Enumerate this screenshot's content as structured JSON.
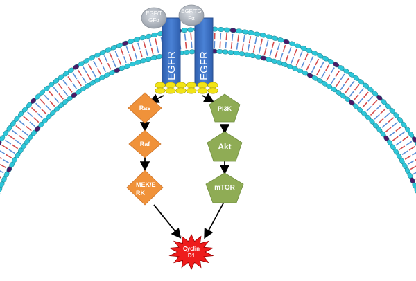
{
  "ligands": [
    {
      "label": "EGF/TGFα",
      "lines": [
        "EGF/T",
        "GFα"
      ]
    },
    {
      "label": "EGF/TGFα",
      "lines": [
        "EGF/TG",
        "Fα"
      ]
    }
  ],
  "receptors": [
    {
      "label": "EGFR"
    },
    {
      "label": "EGFR"
    }
  ],
  "ras_pathway": {
    "color": "#f0923a",
    "nodes": [
      {
        "label": "Ras"
      },
      {
        "label": "Raf"
      },
      {
        "label": "MEK/ERK",
        "lines": [
          "MEK/E",
          "RK"
        ]
      }
    ]
  },
  "pi3k_pathway": {
    "color": "#8fac55",
    "nodes": [
      {
        "label": "PI3K"
      },
      {
        "label": "Akt"
      },
      {
        "label": "mTOR"
      }
    ]
  },
  "target": {
    "label": "Cyclin D1",
    "lines": [
      "Cyclin",
      "D1"
    ],
    "color": "#ee1c1c"
  },
  "colors": {
    "receptor": "#3a6fc4",
    "ligand": "#b8bec8",
    "receptor_foot": "#f2e416",
    "lipid_head": "#2ec6d8",
    "lipid_head_accent": "#4a1a66",
    "lipid_tail_a": "#d44a4a",
    "lipid_tail_b": "#5a8fd8"
  }
}
